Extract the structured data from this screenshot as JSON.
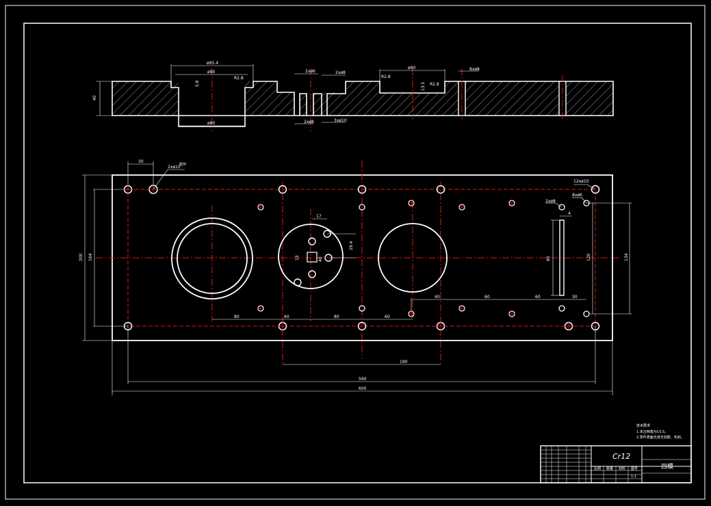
{
  "drawing": {
    "material": "Cr12",
    "part_name": "凹模",
    "tech_req": {
      "heading": "技术要求",
      "items": [
        "1.未注倒角为C0.5。",
        "2.零件表面光滑无划痕、毛刺。"
      ]
    }
  },
  "section_view": {
    "height_dim": "40",
    "top_dims": [
      "ø95.4",
      "ø90",
      "R2.8",
      "2xø6",
      "2xø8",
      "ø90",
      "R2.8",
      "8xø8"
    ],
    "side_dims": [
      "5.8",
      "13.5"
    ],
    "bottom_dims": [
      "ø80",
      "2xø8",
      "3xø10"
    ]
  },
  "plan_view": {
    "width_total": "600",
    "width_holes": "560",
    "height_total": "200",
    "height_holes": "164",
    "offset_30": "30",
    "hole_callout_left": "2xø10",
    "hole_callout_left_sup": "配作",
    "hole_callout_right1": "12xø10",
    "hole_callout_right2": "8xø6",
    "hole_callout_right3": "2xø8",
    "slot_width": "4",
    "slot_len": "80",
    "h_120": "120",
    "h_134": "134",
    "d_17": "17",
    "d_29_4": "29.4",
    "d_13": "13",
    "d_40": "40",
    "bottom_chain": [
      "80",
      "60",
      "80",
      "60"
    ],
    "right_chain": [
      "40",
      "60",
      "60",
      "30"
    ],
    "dim_190": "190"
  },
  "title_block": {
    "scale_row": [
      "1:1"
    ],
    "cells": [
      "比例",
      "数量",
      "材料",
      "图号"
    ]
  }
}
